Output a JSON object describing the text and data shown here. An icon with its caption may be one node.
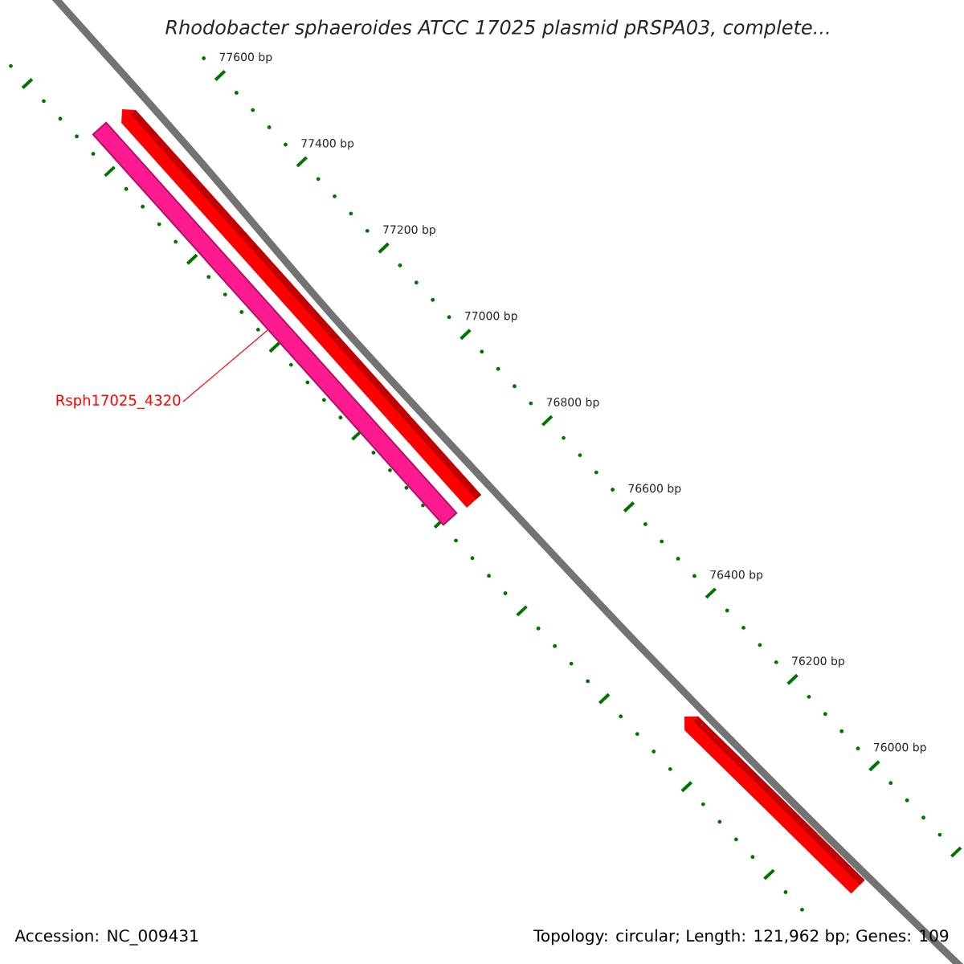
{
  "diagram": {
    "title": "Rhodobacter sphaeroides ATCC 17025 plasmid pRSPA03, complete...",
    "nodes": [
      {
        "text": [
          "Rsph17025_4320"
        ]
      },
      {
        "text": [],
        "shape": "bar"
      }
    ],
    "edges": [
      {
        "from": 0,
        "to": 1,
        "arrow": "none",
        "color": "#ff0000"
      }
    ],
    "labels": [
      "77600 bp",
      "77400 bp",
      "77200 bp",
      "77000 bp",
      "76800 bp",
      "76600 bp",
      "76400 bp",
      "76200 bp",
      "76000 bp",
      "Accession: NC_009431",
      "Topology: circular; Length: 121,962 bp; Genes: 109"
    ]
  }
}
